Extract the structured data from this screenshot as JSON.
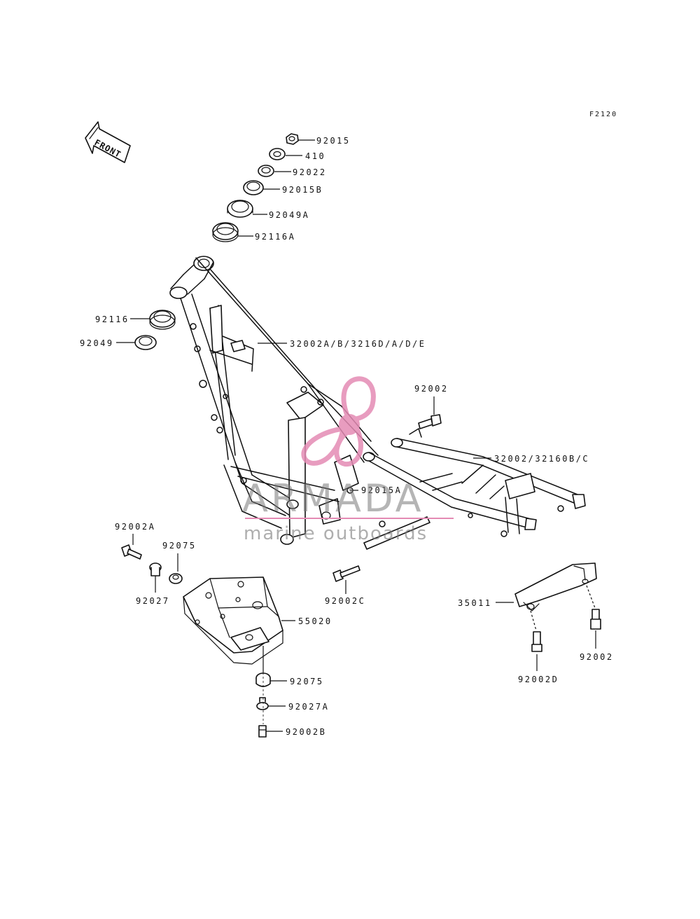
{
  "figure_code": "F2120",
  "front_arrow_label": "FRONT",
  "watermark": {
    "brand": "ARMADA",
    "tagline": "marine outboards",
    "accent_color": "#e48bb4",
    "text_color": "#7a7a7a"
  },
  "callouts": [
    {
      "id": "c1",
      "label": "92015"
    },
    {
      "id": "c2",
      "label": "410"
    },
    {
      "id": "c3",
      "label": "92022"
    },
    {
      "id": "c4",
      "label": "92015B"
    },
    {
      "id": "c5",
      "label": "92049A"
    },
    {
      "id": "c6",
      "label": "92116A"
    },
    {
      "id": "c7",
      "label": "92116"
    },
    {
      "id": "c8",
      "label": "92049"
    },
    {
      "id": "c9",
      "label": "32002A/B/3216D/A/D/E"
    },
    {
      "id": "c10",
      "label": "92002"
    },
    {
      "id": "c11",
      "label": "32002/32160B/C"
    },
    {
      "id": "c12",
      "label": "92015A"
    },
    {
      "id": "c13",
      "label": "92002A"
    },
    {
      "id": "c14",
      "label": "92075"
    },
    {
      "id": "c15",
      "label": "92027"
    },
    {
      "id": "c16",
      "label": "92002C"
    },
    {
      "id": "c17",
      "label": "55020"
    },
    {
      "id": "c18",
      "label": "35011"
    },
    {
      "id": "c19",
      "label": "92002D"
    },
    {
      "id": "c20",
      "label": "92002"
    },
    {
      "id": "c21",
      "label": "92075"
    },
    {
      "id": "c22",
      "label": "92027A"
    },
    {
      "id": "c23",
      "label": "92002B"
    }
  ]
}
